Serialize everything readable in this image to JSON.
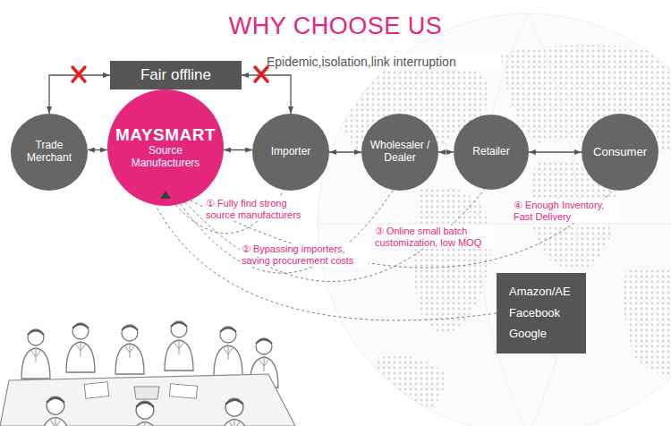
{
  "diagram": {
    "title": "WHY CHOOSE US",
    "nodes": [
      {
        "text": [
          "Fair offline"
        ]
      },
      {
        "text": [
          "Trade Merchant"
        ]
      },
      {
        "text": [
          "MAYSMART",
          "Source Manufacturers"
        ]
      },
      {
        "text": [
          "Importer"
        ]
      },
      {
        "text": [
          "Wholesaler / Dealer"
        ]
      },
      {
        "text": [
          "Retailer"
        ]
      },
      {
        "text": [
          "Consumer"
        ]
      },
      {
        "text": [
          "Amazon/AE",
          "Facebook",
          "Google"
        ]
      }
    ],
    "edges": [
      {
        "from": 0,
        "to": 1,
        "arrow": "both"
      },
      {
        "from": 0,
        "to": 3,
        "arrow": "both"
      },
      {
        "from": 1,
        "to": 2,
        "arrow": "both"
      },
      {
        "from": 2,
        "to": 3,
        "arrow": "both"
      },
      {
        "from": 3,
        "to": 4,
        "arrow": "both"
      },
      {
        "from": 4,
        "to": 5,
        "arrow": "both"
      },
      {
        "from": 5,
        "to": 6,
        "arrow": "both"
      },
      {
        "from": 2,
        "to": 3,
        "arrow": "none"
      },
      {
        "from": 2,
        "to": 4,
        "arrow": "none"
      },
      {
        "from": 2,
        "to": 5,
        "arrow": "none"
      },
      {
        "from": 2,
        "to": 6,
        "arrow": "none"
      },
      {
        "from": 7,
        "to": 2,
        "arrow": "none"
      }
    ],
    "labels": [
      "Epidemic,isolation,link interruption",
      "① Fully find strong source manufacturers",
      "② Bypassing importers, saving procurement costs",
      "③ Online small batch customization, low MOQ",
      "④ Enough Inventory, Fast Delivery"
    ]
  }
}
